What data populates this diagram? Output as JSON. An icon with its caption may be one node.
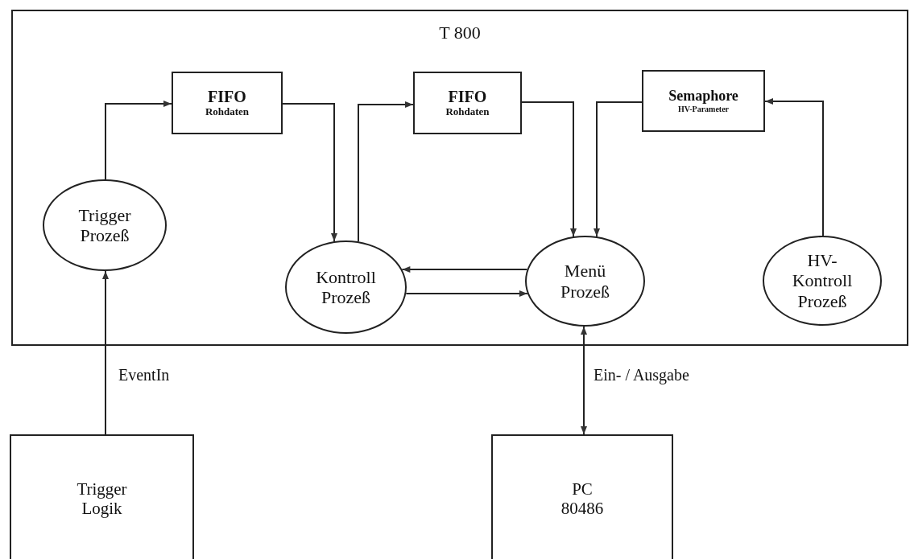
{
  "diagram": {
    "nodes": [
      {
        "text": [
          "T 800"
        ]
      },
      {
        "text": [
          "FIFO",
          "Rohdaten"
        ],
        "in": 0
      },
      {
        "text": [
          "FIFO",
          "Rohdaten"
        ],
        "in": 0
      },
      {
        "text": [
          "Semaphore",
          "HV-Parameter"
        ],
        "in": 0
      },
      {
        "text": [
          "Trigger Prozeß"
        ],
        "in": 0
      },
      {
        "text": [
          "Kontroll Prozeß"
        ],
        "in": 0
      },
      {
        "text": [
          "Menü Prozeß"
        ],
        "in": 0
      },
      {
        "text": [
          "HV- Kontroll Prozeß"
        ],
        "in": 0
      },
      {
        "text": [
          "Trigger Logik"
        ]
      },
      {
        "text": [
          "PC 80486"
        ]
      }
    ],
    "edges": [
      {
        "from": 4,
        "to": 1,
        "arrow": "to"
      },
      {
        "from": 1,
        "to": 5,
        "arrow": "to"
      },
      {
        "from": 5,
        "to": 2,
        "arrow": "to"
      },
      {
        "from": 2,
        "to": 6,
        "arrow": "to"
      },
      {
        "from": 3,
        "to": 6,
        "arrow": "to"
      },
      {
        "from": 7,
        "to": 3,
        "arrow": "to"
      },
      {
        "from": 6,
        "to": 5,
        "arrow": "to"
      },
      {
        "from": 5,
        "to": 6,
        "arrow": "to"
      },
      {
        "from": 8,
        "to": 4,
        "arrow": "to",
        "label": "EventIn"
      },
      {
        "from": 6,
        "to": 9,
        "arrow": "both",
        "label": "Ein- / Ausgabe"
      }
    ]
  }
}
